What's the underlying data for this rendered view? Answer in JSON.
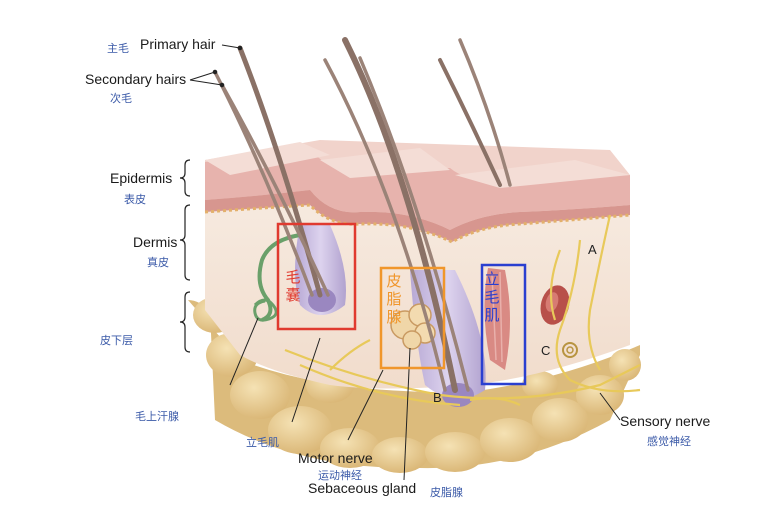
{
  "labels": {
    "primary_hair": {
      "en": "Primary hair",
      "cn": "主毛"
    },
    "secondary_hairs": {
      "en": "Secondary hairs",
      "cn": "次毛"
    },
    "epidermis": {
      "en": "Epidermis",
      "cn": "表皮"
    },
    "dermis": {
      "en": "Dermis",
      "cn": "真皮"
    },
    "hypodermis": {
      "en": "",
      "cn": "皮下层"
    },
    "sweat_gland_cn": "毛上汗腺",
    "arrector_cn": "立毛肌",
    "motor_nerve": {
      "en": "Motor nerve",
      "cn": "运动神经"
    },
    "sebaceous_gland": {
      "en": "Sebaceous gland",
      "cn": "皮脂腺"
    },
    "sensory_nerve": {
      "en": "Sensory nerve",
      "cn": "感觉神经"
    }
  },
  "highlight_boxes": {
    "follicle": {
      "text_lines": [
        "毛",
        "囊"
      ],
      "color": "#e03a2f"
    },
    "sebaceous": {
      "text_lines": [
        "皮",
        "脂",
        "腺"
      ],
      "color": "#f0962b"
    },
    "arrector": {
      "text_lines": [
        "立",
        "毛",
        "肌"
      ],
      "color": "#2a3fd0"
    }
  },
  "markers": {
    "A": "A",
    "B": "B",
    "C": "C"
  },
  "colors": {
    "epidermis": "#dfa8a2",
    "dermis": "#f6ebe1",
    "fat": "#e8cf95",
    "hair": "#8a7166",
    "nerve": "#e8c95a",
    "follicle": "#c9bfe0",
    "sweat_duct": "#6aa06a",
    "muscle": "#d98a84"
  }
}
